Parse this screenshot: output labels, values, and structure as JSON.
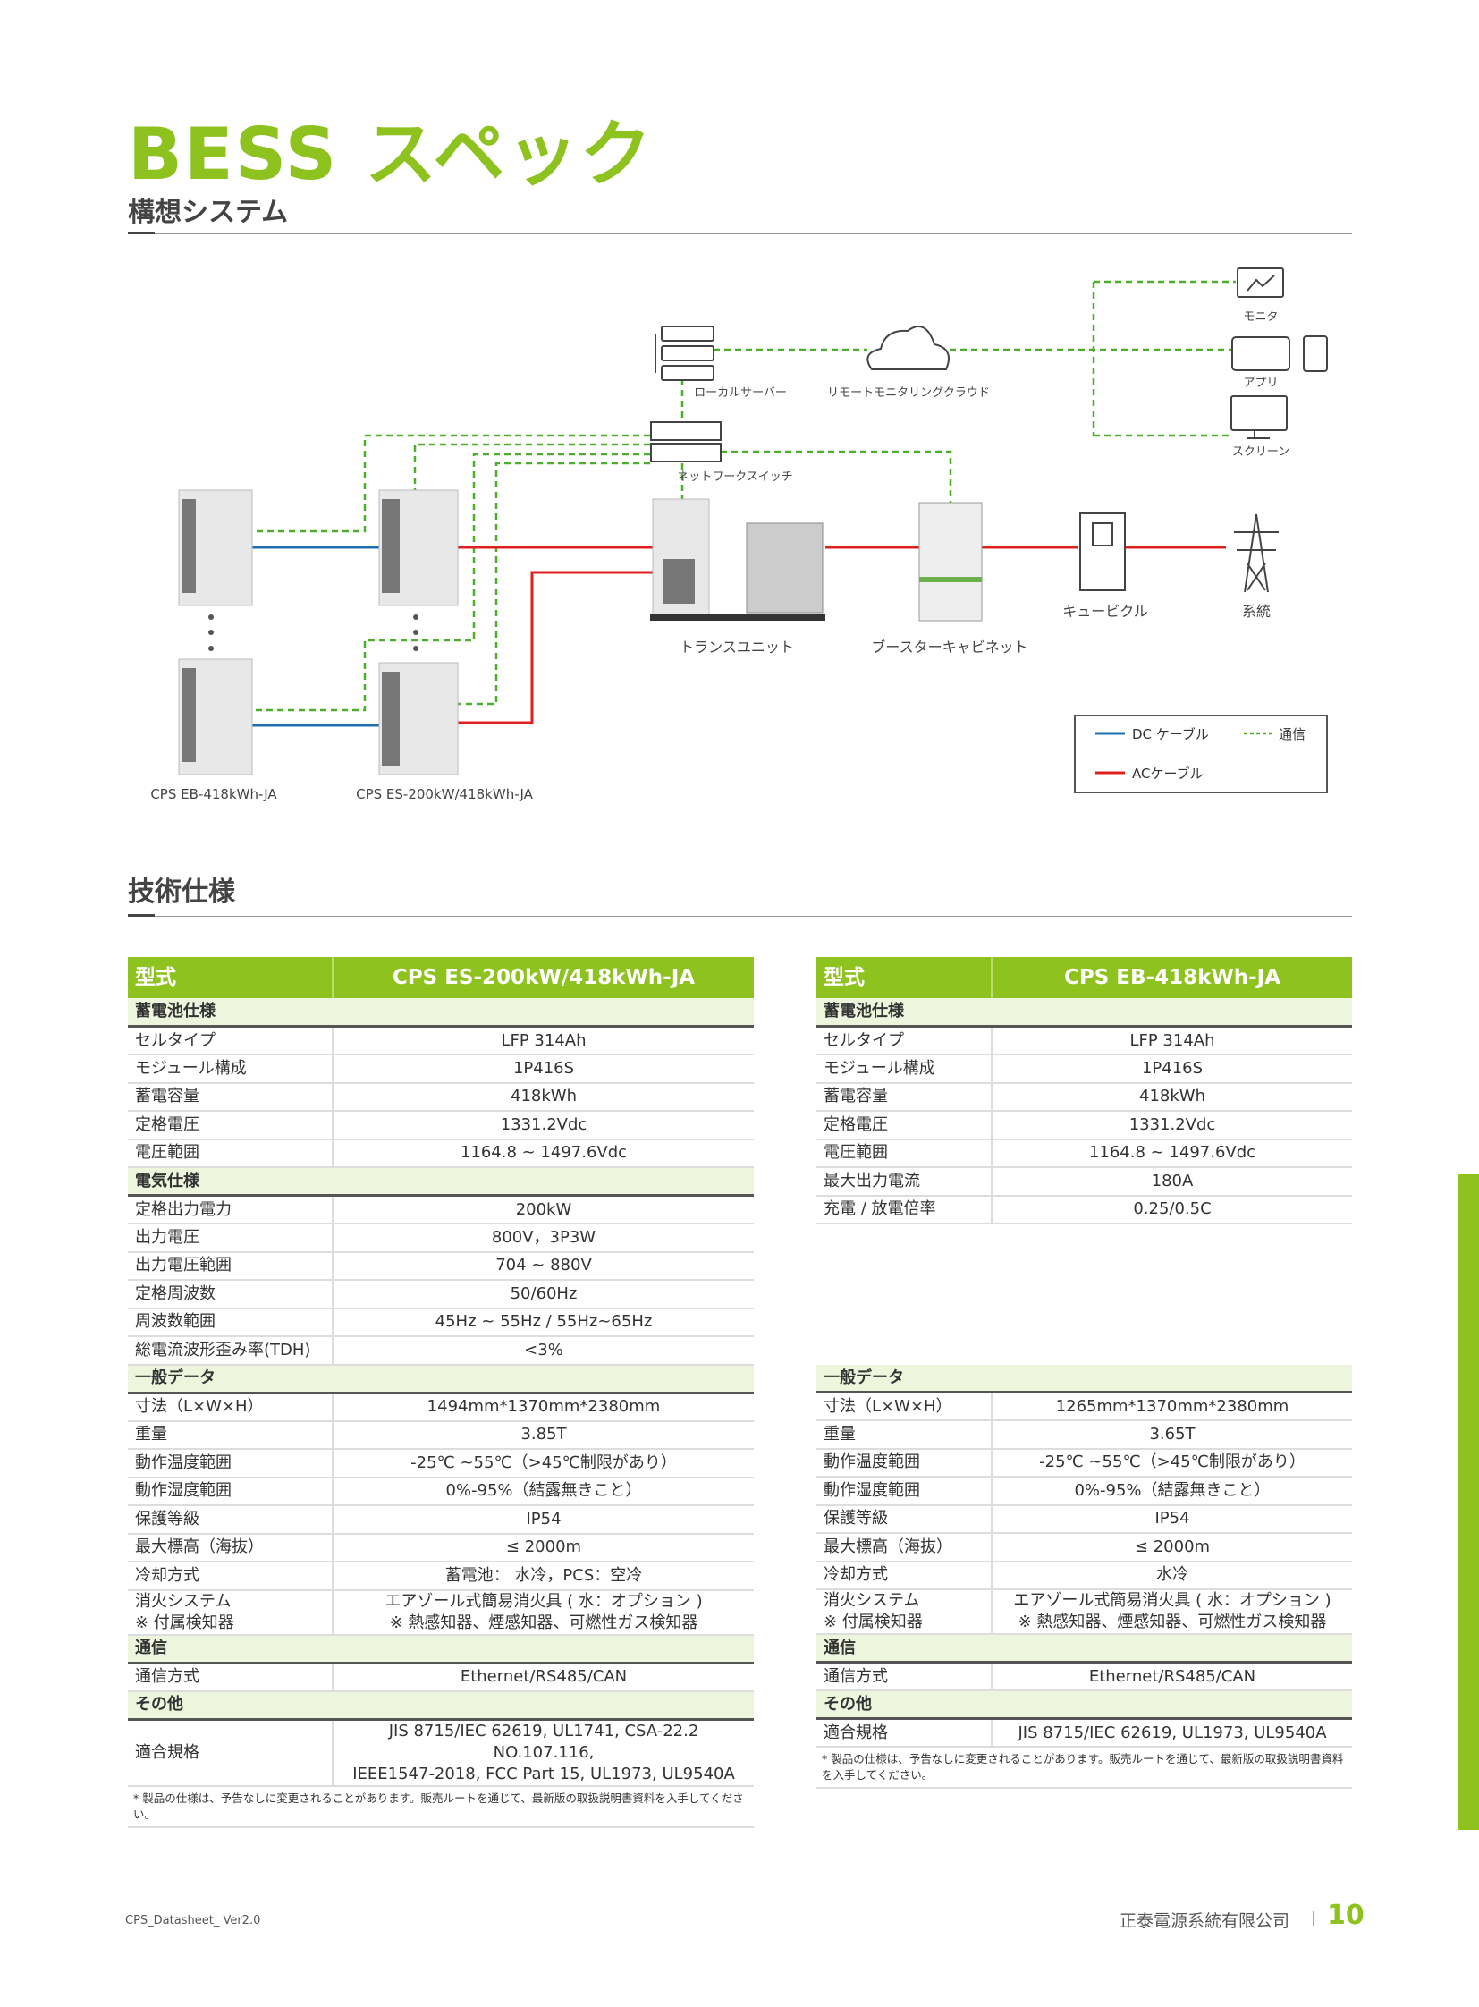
{
  "page": {
    "title": "BESS スペック",
    "concept_heading": "構想システム",
    "spec_heading": "技術仕様"
  },
  "diagram": {
    "local_server": "ローカルサーバー",
    "cloud": "リモートモニタリングクラウド",
    "monitor": "モニタ",
    "app": "アプリ",
    "screen": "スクリーン",
    "network_switch": "ネットワークスイッチ",
    "trans_unit": "トランスユニット",
    "booster_cabinet": "ブースターキャビネット",
    "cubicle": "キュービクル",
    "grid": "系統",
    "model_eb": "CPS EB-418kWh-JA",
    "model_es": "CPS ES-200kW/418kWh-JA",
    "legend": {
      "dc": "DC ケーブル",
      "comm": "通信",
      "ac": "ACケーブル"
    },
    "colors": {
      "dc": "#1f6fb5",
      "ac": "#e0201f",
      "comm": "#4caf2a"
    }
  },
  "spec_left": {
    "header": [
      "型式",
      "CPS ES-200kW/418kWh-JA"
    ],
    "sections": [
      {
        "title": "蓄電池仕様",
        "rows": [
          [
            "セルタイプ",
            "LFP 314Ah"
          ],
          [
            "モジュール構成",
            "1P416S"
          ],
          [
            "蓄電容量",
            "418kWh"
          ],
          [
            "定格電圧",
            "1331.2Vdc"
          ],
          [
            "電圧範囲",
            "1164.8 ~ 1497.6Vdc"
          ]
        ]
      },
      {
        "title": "電気仕様",
        "rows": [
          [
            "定格出力電力",
            "200kW"
          ],
          [
            "出力電圧",
            "800V，3P3W"
          ],
          [
            "出力電圧範囲",
            "704 ~ 880V"
          ],
          [
            "定格周波数",
            "50/60Hz"
          ],
          [
            "周波数範囲",
            "45Hz ~ 55Hz / 55Hz~65Hz"
          ],
          [
            "総電流波形歪み率(TDH)",
            "<3%"
          ]
        ]
      },
      {
        "title": "一般データ",
        "rows": [
          [
            "寸法（L×W×H）",
            "1494mm*1370mm*2380mm"
          ],
          [
            "重量",
            "3.85T"
          ],
          [
            "動作温度範囲",
            "-25℃ ~55℃（>45℃制限があり）"
          ],
          [
            "動作湿度範囲",
            "0%-95%（結露無きこと）"
          ],
          [
            "保護等級",
            "IP54"
          ],
          [
            "最大標高（海抜）",
            "≤ 2000m"
          ],
          [
            "冷却方式",
            "蓄電池： 水冷，PCS：空冷"
          ],
          [
            "消火システム\n※ 付属検知器",
            "エアゾール式簡易消火具 ( 水：オプション )\n※ 熱感知器、煙感知器、可燃性ガス検知器"
          ]
        ]
      },
      {
        "title": "通信",
        "rows": [
          [
            "通信方式",
            "Ethernet/RS485/CAN"
          ]
        ]
      },
      {
        "title": "その他",
        "rows": [
          [
            "適合規格",
            "JIS 8715/IEC 62619, UL1741, CSA-22.2 NO.107.116,\nIEEE1547-2018, FCC Part 15, UL1973, UL9540A"
          ]
        ]
      }
    ],
    "note": "* 製品の仕様は、予告なしに変更されることがあります。販売ルートを通じて、最新版の取扱説明書資料を入手してください。"
  },
  "spec_right": {
    "header": [
      "型式",
      "CPS EB-418kWh-JA"
    ],
    "sections": [
      {
        "title": "蓄電池仕様",
        "rows": [
          [
            "セルタイプ",
            "LFP 314Ah"
          ],
          [
            "モジュール構成",
            "1P416S"
          ],
          [
            "蓄電容量",
            "418kWh"
          ],
          [
            "定格電圧",
            "1331.2Vdc"
          ],
          [
            "電圧範囲",
            "1164.8 ~ 1497.6Vdc"
          ],
          [
            "最大出力電流",
            "180A"
          ],
          [
            "充電 / 放電倍率",
            "0.25/0.5C"
          ]
        ]
      },
      {
        "title": "一般データ",
        "rows": [
          [
            "寸法（L×W×H）",
            "1265mm*1370mm*2380mm"
          ],
          [
            "重量",
            "3.65T"
          ],
          [
            "動作温度範囲",
            "-25℃ ~55℃（>45℃制限があり）"
          ],
          [
            "動作湿度範囲",
            "0%-95%（結露無きこと）"
          ],
          [
            "保護等級",
            "IP54"
          ],
          [
            "最大標高（海抜）",
            "≤ 2000m"
          ],
          [
            "冷却方式",
            "水冷"
          ],
          [
            "消火システム\n※ 付属検知器",
            "エアゾール式簡易消火具 ( 水：オプション )\n※ 熱感知器、煙感知器、可燃性ガス検知器"
          ]
        ]
      },
      {
        "title": "通信",
        "rows": [
          [
            "通信方式",
            "Ethernet/RS485/CAN"
          ]
        ]
      },
      {
        "title": "その他",
        "rows": [
          [
            "適合規格",
            "JIS 8715/IEC 62619, UL1973, UL9540A"
          ]
        ]
      }
    ],
    "note": "* 製品の仕様は、予告なしに変更されることがあります。販売ルートを通じて、最新版の取扱説明書資料を入手してください。"
  },
  "footer": {
    "doc_id": "CPS_Datasheet_ Ver2.0",
    "company": "正泰電源系統有限公司",
    "page_number": "10"
  }
}
